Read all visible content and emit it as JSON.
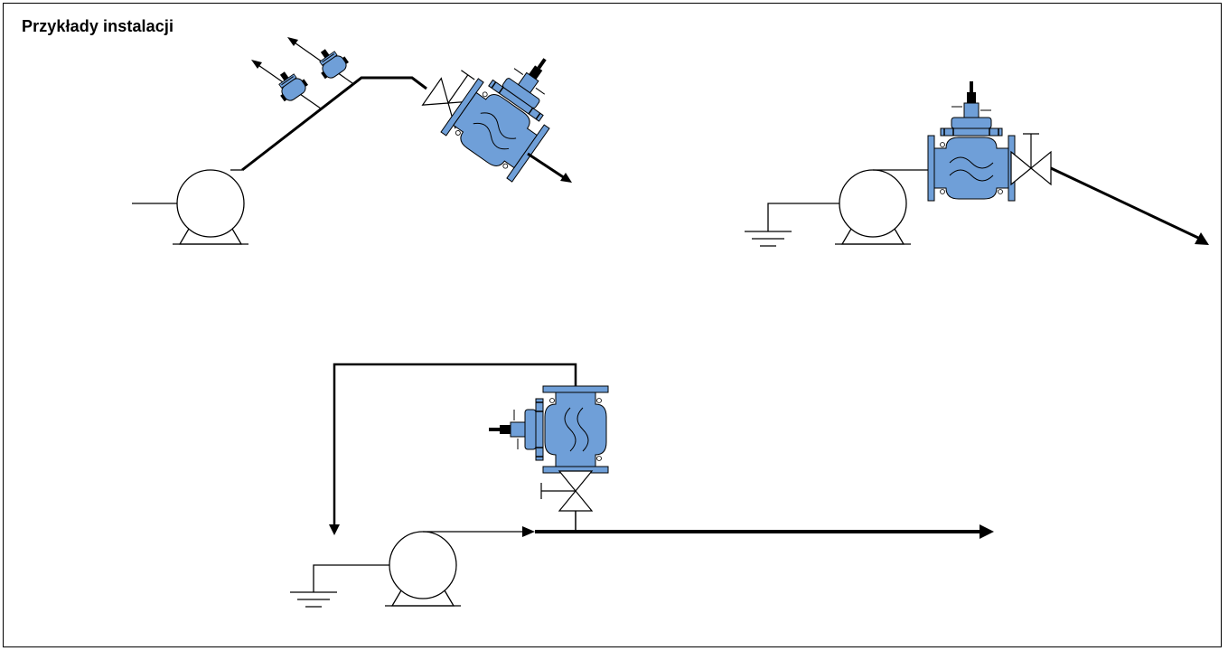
{
  "title": "Przykłady instalacji",
  "colors": {
    "valve_body": "#6f9fd8",
    "line": "#000000",
    "background": "#ffffff"
  },
  "installations": [
    {
      "id": "example-1",
      "components": [
        "pump-icon",
        "air-release-valve-icon",
        "air-release-valve-icon",
        "gate-valve-icon",
        "control-valve-icon",
        "flow-arrow-icon"
      ]
    },
    {
      "id": "example-2",
      "components": [
        "tank-ground-icon",
        "pump-icon",
        "control-valve-icon",
        "gate-valve-icon",
        "flow-arrow-icon"
      ]
    },
    {
      "id": "example-3",
      "components": [
        "tank-ground-icon",
        "pump-icon",
        "control-valve-icon",
        "gate-valve-icon",
        "flow-arrow-icon"
      ]
    }
  ]
}
